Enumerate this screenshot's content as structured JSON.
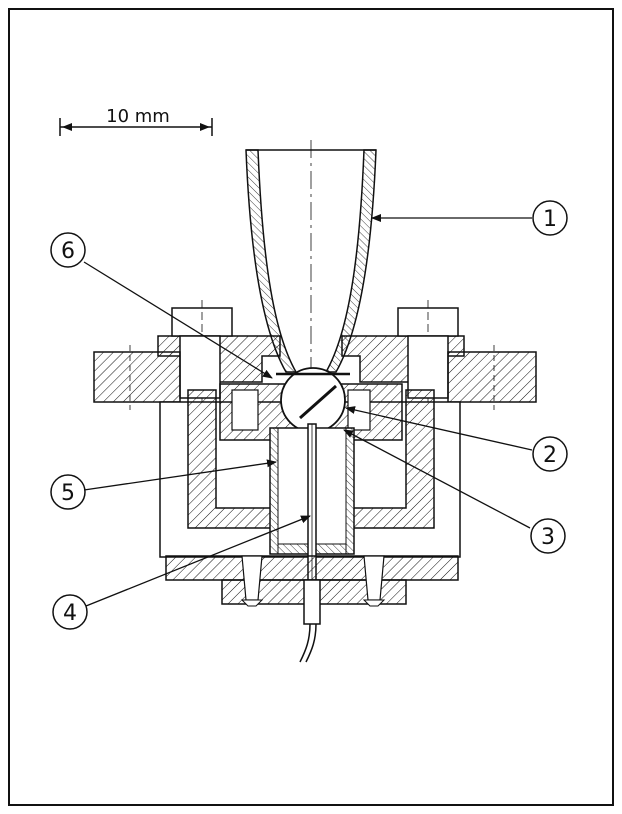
{
  "scale_bar": {
    "label": "10 mm"
  },
  "callouts": [
    {
      "id": "1",
      "text": "1"
    },
    {
      "id": "2",
      "text": "2"
    },
    {
      "id": "3",
      "text": "3"
    },
    {
      "id": "4",
      "text": "4"
    },
    {
      "id": "5",
      "text": "5"
    },
    {
      "id": "6",
      "text": "6"
    }
  ],
  "colors": {
    "ink": "#111111",
    "paper": "#ffffff"
  }
}
